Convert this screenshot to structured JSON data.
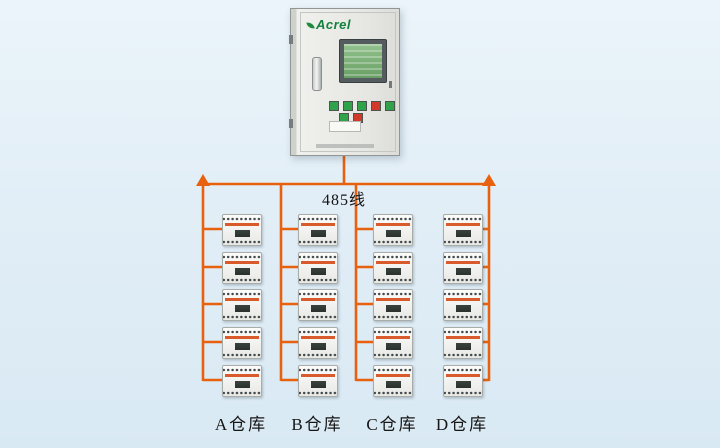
{
  "diagram": {
    "brand": "Acrel",
    "bus_label": "485线",
    "columns": [
      {
        "label": "A仓库"
      },
      {
        "label": "B仓库"
      },
      {
        "label": "C仓库"
      },
      {
        "label": "D仓库"
      }
    ]
  },
  "colors": {
    "background": "#e3eef6",
    "wire": "#e8610f",
    "brand_green": "#14813f",
    "device_stripe": "#d95b2b",
    "screen_green": "#7fb37a"
  }
}
